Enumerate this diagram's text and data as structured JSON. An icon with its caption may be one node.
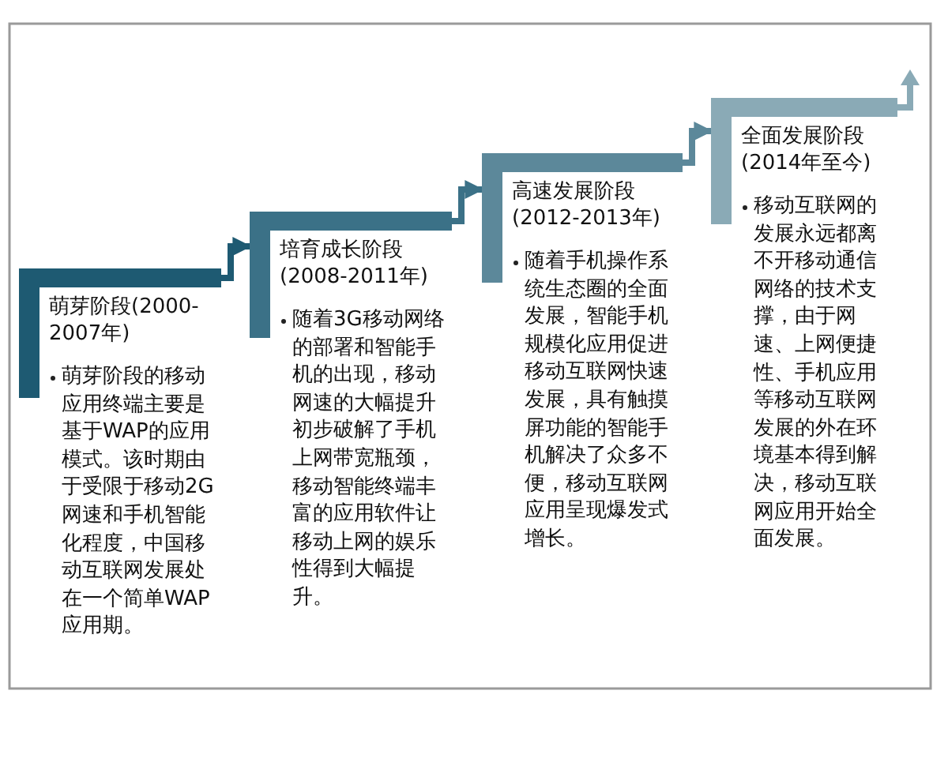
{
  "diagram": {
    "nodes": [
      {
        "text": [
          "萌芽阶段(2000-2007年)",
          "萌芽阶段的移动应用终端主要是基于WAP的应用模式。该时期由于受限于移动2G网速和手机智能化程度，中国移动互联网发展处在一个简单WAP应用期。"
        ]
      },
      {
        "text": [
          "培育成长阶段(2008-2011年)",
          "随着3G移动网络的部署和智能手机的出现，移动网速的大幅提升初步破解了手机上网带宽瓶颈，移动智能终端丰富的应用软件让移动上网的娱乐性得到大幅提升。"
        ]
      },
      {
        "text": [
          "高速发展阶段(2012-2013年)",
          "随着手机操作系统生态圈的全面发展，智能手机规模化应用促进移动互联网快速发展，具有触摸屏功能的智能手机解决了众多不便，移动互联网应用呈现爆发式增长。"
        ]
      },
      {
        "text": [
          "全面发展阶段(2014年至今)",
          "移动互联网的发展永远都离不开移动通信网络的技术支撑，由于网速、上网便捷性、手机应用等移动互联网发展的外在环境基本得到解决，移动互联网应用开始全面发展。"
        ]
      }
    ],
    "edges": [
      {
        "from": 0,
        "to": 1,
        "arrow": "to"
      },
      {
        "from": 1,
        "to": 2,
        "arrow": "to"
      },
      {
        "from": 2,
        "to": 3,
        "arrow": "to"
      }
    ]
  }
}
